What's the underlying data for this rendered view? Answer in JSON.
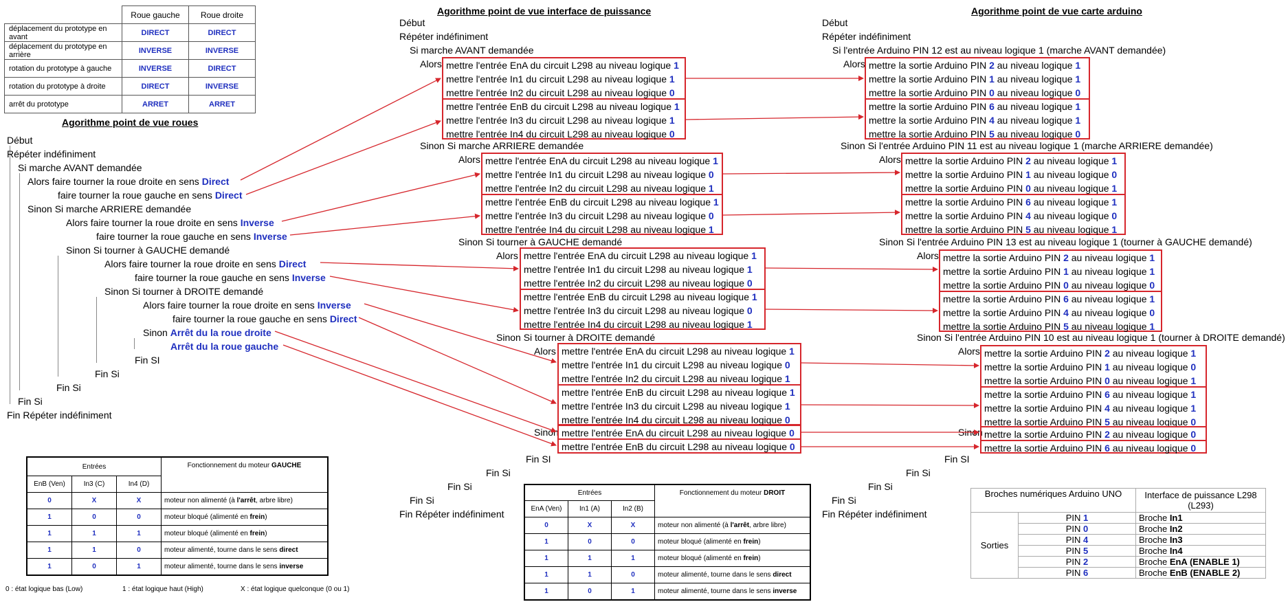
{
  "wheel_table": {
    "headers": [
      "",
      "Roue gauche",
      "Roue droite"
    ],
    "rows": [
      [
        "déplacement du prototype en avant",
        "DIRECT",
        "DIRECT"
      ],
      [
        "déplacement du prototype en arrière",
        "INVERSE",
        "INVERSE"
      ],
      [
        "rotation du prototype à gauche",
        "INVERSE",
        "DIRECT"
      ],
      [
        "rotation du prototype à droite",
        "DIRECT",
        "INVERSE"
      ],
      [
        "arrêt du prototype",
        "ARRET",
        "ARRET"
      ]
    ]
  },
  "algo_roues": {
    "title": "Agorithme point de vue roues",
    "debut": "Début",
    "repeat": "Répéter indéfiniment",
    "if_avant": "Si marche AVANT demandée",
    "alors1_a": "Alors   faire tourner la roue droite en sens ",
    "alors1_a_v": "Direct",
    "alors1_b": "faire tourner la roue gauche en sens ",
    "alors1_b_v": "Direct",
    "if_arriere": "Sinon Si marche ARRIERE demandée",
    "alors2_a": "Alors   faire tourner la roue droite en sens ",
    "alors2_a_v": "Inverse",
    "alors2_b": "faire tourner la roue gauche en sens ",
    "alors2_b_v": "Inverse",
    "if_gauche": "Sinon Si tourner à GAUCHE demandé",
    "alors3_a": "Alors   faire tourner la roue droite en sens ",
    "alors3_a_v": "Direct",
    "alors3_b": "faire tourner la roue gauche en sens ",
    "alors3_b_v": "Inverse",
    "if_droite": "Sinon Si tourner à DROITE demandé",
    "alors4_a": "Alors   faire tourner la roue droite en sens ",
    "alors4_a_v": "Inverse",
    "alors4_b": "faire tourner la roue gauche en sens ",
    "alors4_b_v": "Direct",
    "sinon": "Sinon ",
    "stop_d": "Arrêt du la roue droite",
    "stop_g": "Arrêt du la roue gauche",
    "finsi": "Fin SI",
    "finsi2": "Fin Si",
    "fin_repeat": "Fin Répéter indéfiniment"
  },
  "algo_puissance": {
    "title": "Agorithme point de vue interface de puissance",
    "debut": "Début",
    "repeat": "Répéter indéfiniment",
    "if_avant": "Si marche AVANT demandée",
    "if_arriere": "Sinon Si marche ARRIERE demandée",
    "if_gauche": "Sinon Si tourner à GAUCHE demandé",
    "if_droite": "Sinon Si tourner à DROITE demandé",
    "alors": "Alors",
    "sinon": "Sinon",
    "finsi1": "Fin SI",
    "finsi2": "Fin Si",
    "finsi3": "Fin Si",
    "finsi4": "Fin Si",
    "fin_repeat": "Fin Répéter indéfiniment",
    "prefix": "mettre l'entrée ",
    "mid": " du circuit L298 au niveau logique ",
    "blocks": [
      [
        [
          "EnA",
          "1"
        ],
        [
          "In1",
          "1"
        ],
        [
          "In2",
          "0"
        ],
        [
          "EnB",
          "1"
        ],
        [
          "In3",
          "1"
        ],
        [
          "In4",
          "0"
        ]
      ],
      [
        [
          "EnA",
          "1"
        ],
        [
          "In1",
          "0"
        ],
        [
          "In2",
          "1"
        ],
        [
          "EnB",
          "1"
        ],
        [
          "In3",
          "0"
        ],
        [
          "In4",
          "1"
        ]
      ],
      [
        [
          "EnA",
          "1"
        ],
        [
          "In1",
          "1"
        ],
        [
          "In2",
          "0"
        ],
        [
          "EnB",
          "1"
        ],
        [
          "In3",
          "0"
        ],
        [
          "In4",
          "1"
        ]
      ],
      [
        [
          "EnA",
          "1"
        ],
        [
          "In1",
          "0"
        ],
        [
          "In2",
          "1"
        ],
        [
          "EnB",
          "1"
        ],
        [
          "In3",
          "1"
        ],
        [
          "In4",
          "0"
        ]
      ],
      [
        [
          "EnA",
          "0"
        ],
        [
          "EnB",
          "0"
        ]
      ]
    ]
  },
  "algo_arduino": {
    "title": "Agorithme point de vue carte arduino",
    "debut": "Début",
    "repeat": "Répéter indéfiniment",
    "if_avant": "Si l'entrée Arduino PIN 12 est au niveau logique 1 (marche AVANT demandée)",
    "if_arriere": "Sinon Si l'entrée Arduino PIN 11 est au niveau logique 1 (marche ARRIERE demandée)",
    "if_gauche": "Sinon Si l'entrée Arduino PIN 13 est au niveau logique 1 (tourner à GAUCHE demandé)",
    "if_droite": "Sinon Si l'entrée Arduino PIN 10 est au niveau logique 1 (tourner à DROITE demandé)",
    "alors": "Alors",
    "sinon": "Sinon",
    "finsi1": "Fin SI",
    "finsi2": "Fin Si",
    "finsi3": "Fin Si",
    "finsi4": "Fin Si",
    "fin_repeat": "Fin Répéter indéfiniment",
    "prefix": "mettre la sortie Arduino PIN ",
    "mid": " au niveau logique ",
    "blocks": [
      [
        [
          "2",
          "1"
        ],
        [
          "1",
          "1"
        ],
        [
          "0",
          "0"
        ],
        [
          "6",
          "1"
        ],
        [
          "4",
          "1"
        ],
        [
          "5",
          "0"
        ]
      ],
      [
        [
          "2",
          "1"
        ],
        [
          "1",
          "0"
        ],
        [
          "0",
          "1"
        ],
        [
          "6",
          "1"
        ],
        [
          "4",
          "0"
        ],
        [
          "5",
          "1"
        ]
      ],
      [
        [
          "2",
          "1"
        ],
        [
          "1",
          "1"
        ],
        [
          "0",
          "0"
        ],
        [
          "6",
          "1"
        ],
        [
          "4",
          "0"
        ],
        [
          "5",
          "1"
        ]
      ],
      [
        [
          "2",
          "1"
        ],
        [
          "1",
          "0"
        ],
        [
          "0",
          "1"
        ],
        [
          "6",
          "1"
        ],
        [
          "4",
          "1"
        ],
        [
          "5",
          "0"
        ]
      ],
      [
        [
          "2",
          "0"
        ],
        [
          "6",
          "0"
        ]
      ]
    ]
  },
  "motor_left": {
    "entrees": "Entrées",
    "fonct": "Fonctionnement du moteur ",
    "fonct_b": "GAUCHE",
    "cols": [
      "EnB (Ven)",
      "In3 (C)",
      "In4 (D)"
    ],
    "rows": [
      [
        "0",
        "X",
        "X",
        "moteur non alimenté (à ",
        "l'arrêt",
        ", arbre libre)"
      ],
      [
        "1",
        "0",
        "0",
        "moteur bloqué (alimenté en ",
        "frein",
        ")"
      ],
      [
        "1",
        "1",
        "1",
        "moteur bloqué (alimenté en ",
        "frein",
        ")"
      ],
      [
        "1",
        "1",
        "0",
        "moteur alimenté, tourne dans le sens ",
        "direct",
        ""
      ],
      [
        "1",
        "0",
        "1",
        "moteur alimenté, tourne dans le sens ",
        "inverse",
        ""
      ]
    ]
  },
  "motor_right": {
    "entrees": "Entrées",
    "fonct": "Fonctionnement du moteur ",
    "fonct_b": "DROIT",
    "cols": [
      "EnA (Ven)",
      "In1 (A)",
      "In2 (B)"
    ],
    "rows": [
      [
        "0",
        "X",
        "X",
        "moteur non alimenté (à ",
        "l'arrêt",
        ", arbre libre)"
      ],
      [
        "1",
        "0",
        "0",
        "moteur bloqué (alimenté en ",
        "frein",
        ")"
      ],
      [
        "1",
        "1",
        "1",
        "moteur bloqué (alimenté en ",
        "frein",
        ")"
      ],
      [
        "1",
        "1",
        "0",
        "moteur alimenté, tourne dans le sens ",
        "direct",
        ""
      ],
      [
        "1",
        "0",
        "1",
        "moteur alimenté, tourne dans le sens ",
        "inverse",
        ""
      ]
    ]
  },
  "legend": {
    "low": "0 : état logique bas (Low)",
    "high": "1 : état logique haut (High)",
    "x": "X : état logique quelconque (0 ou 1)"
  },
  "pins_table": {
    "h1": "Broches numériques Arduino UNO",
    "h2": "Interface de puissance L298 (L293)",
    "group": "Sorties",
    "rows": [
      [
        "1",
        "In1",
        ""
      ],
      [
        "0",
        "In2",
        ""
      ],
      [
        "4",
        "In3",
        ""
      ],
      [
        "5",
        "In4",
        ""
      ],
      [
        "2",
        "EnA",
        " (ENABLE 1)"
      ],
      [
        "6",
        "EnB",
        " (ENABLE 2)"
      ]
    ],
    "pin_prefix": "PIN ",
    "broche_prefix": "Broche "
  }
}
